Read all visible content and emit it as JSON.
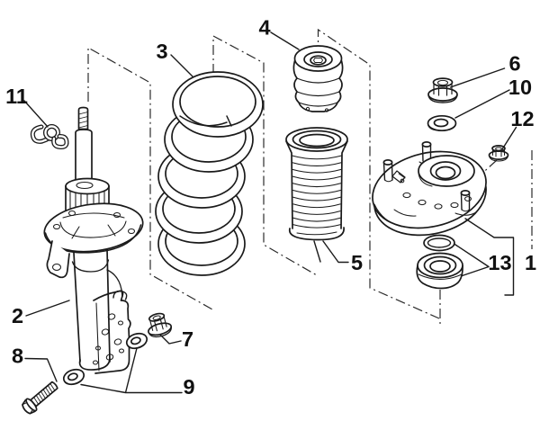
{
  "diagram": {
    "type": "exploded-parts-diagram",
    "background_color": "#ffffff",
    "line_color": "#1a1a1a",
    "callouts": [
      "1",
      "2",
      "3",
      "4",
      "5",
      "6",
      "7",
      "8",
      "9",
      "10",
      "11",
      "12",
      "13"
    ]
  }
}
